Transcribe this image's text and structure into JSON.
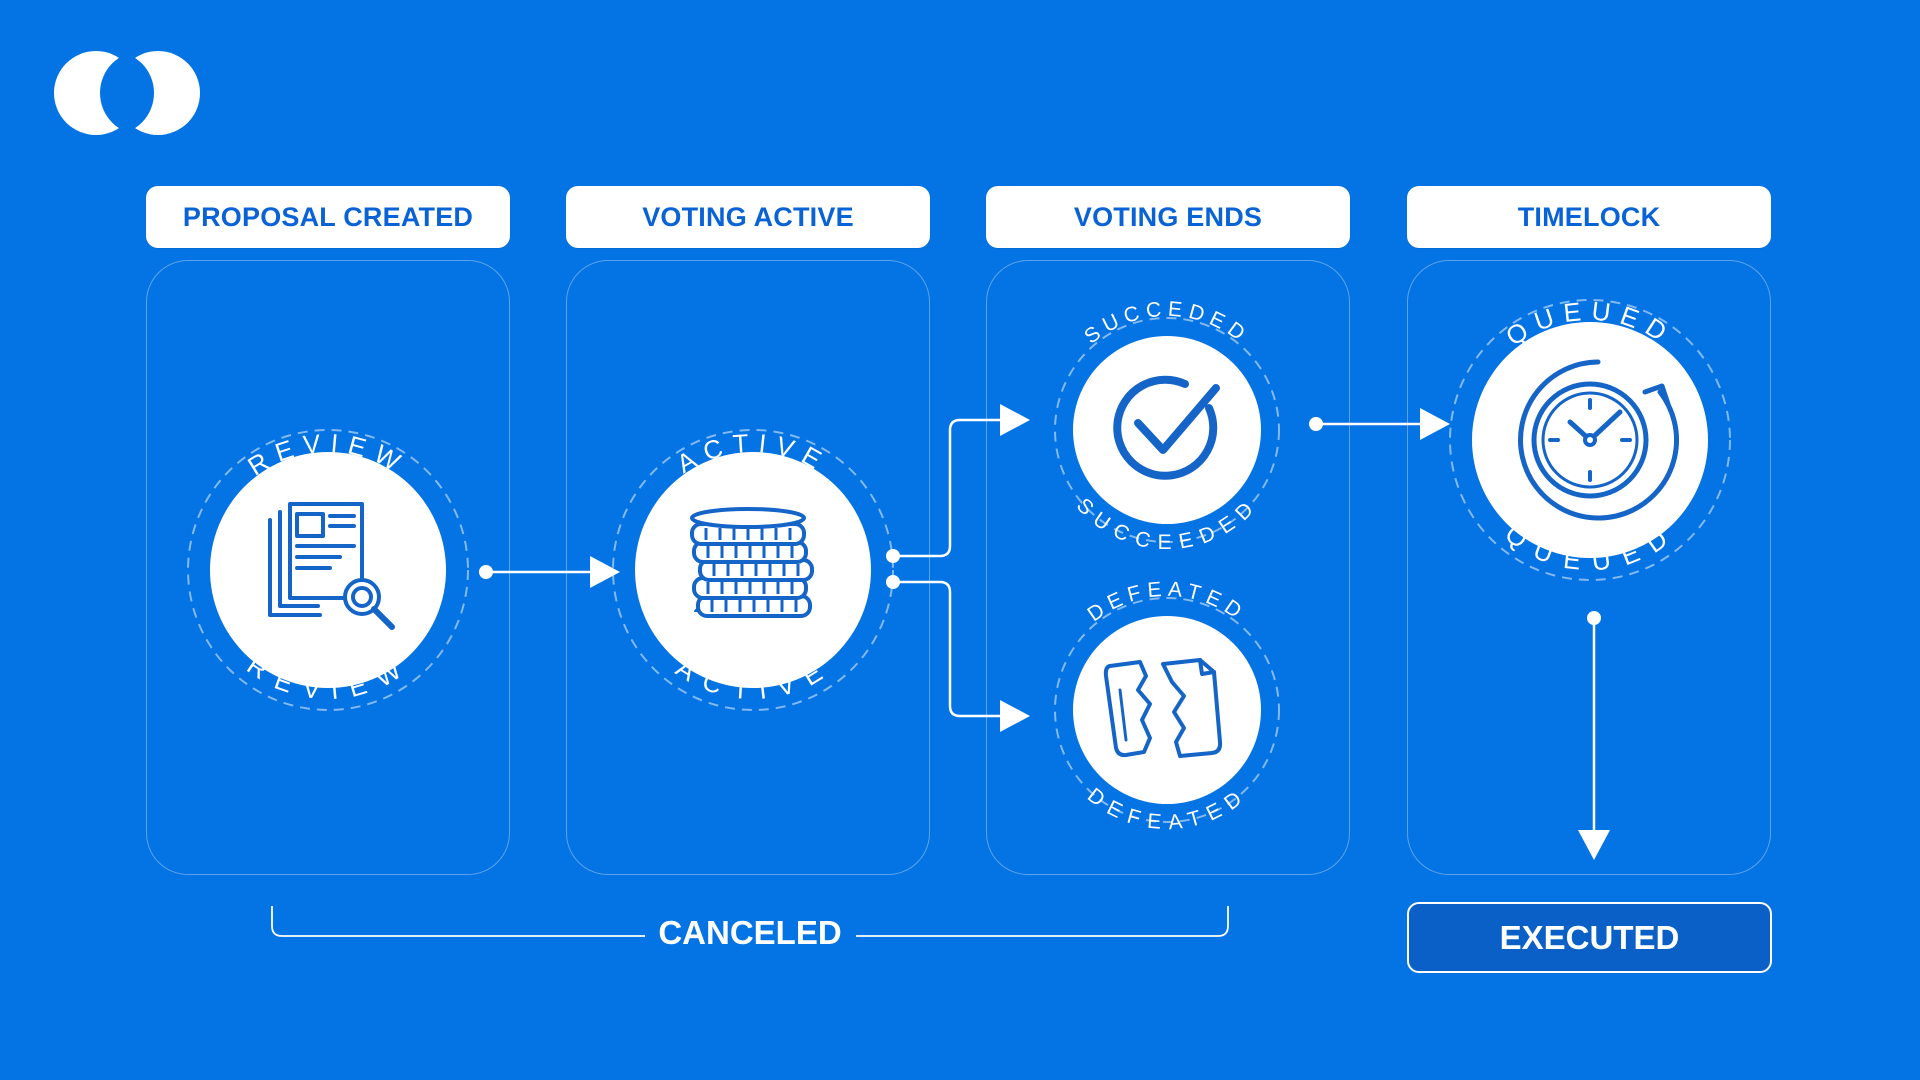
{
  "stages": [
    {
      "header": "PROPOSAL CREATED"
    },
    {
      "header": "VOTING ACTIVE"
    },
    {
      "header": "VOTING ENDS"
    },
    {
      "header": "TIMELOCK"
    }
  ],
  "states": {
    "review": {
      "top": "REVIEW",
      "bottom": "REVIEW",
      "icon": "document-search-icon"
    },
    "active": {
      "top": "ACTIVE",
      "bottom": "ACTIVE",
      "icon": "coin-stack-icon"
    },
    "succeeded": {
      "top": "SUCCEDED",
      "bottom": "SUCCEEDED",
      "icon": "checkmark-icon"
    },
    "defeated": {
      "top": "DEFEATED",
      "bottom": "DEFEATED",
      "icon": "torn-paper-icon"
    },
    "queued": {
      "top": "QUEUED",
      "bottom": "QUEUED",
      "icon": "clock-icon"
    }
  },
  "canceled_label": "CANCELED",
  "executed_label": "EXECUTED",
  "logo_icon": "brand-logo-icon",
  "colors": {
    "background": "#0473e3",
    "header_text": "#0a63d6",
    "icon_stroke": "#1565c8",
    "executed_fill": "#0a60c7",
    "white": "#ffffff"
  }
}
